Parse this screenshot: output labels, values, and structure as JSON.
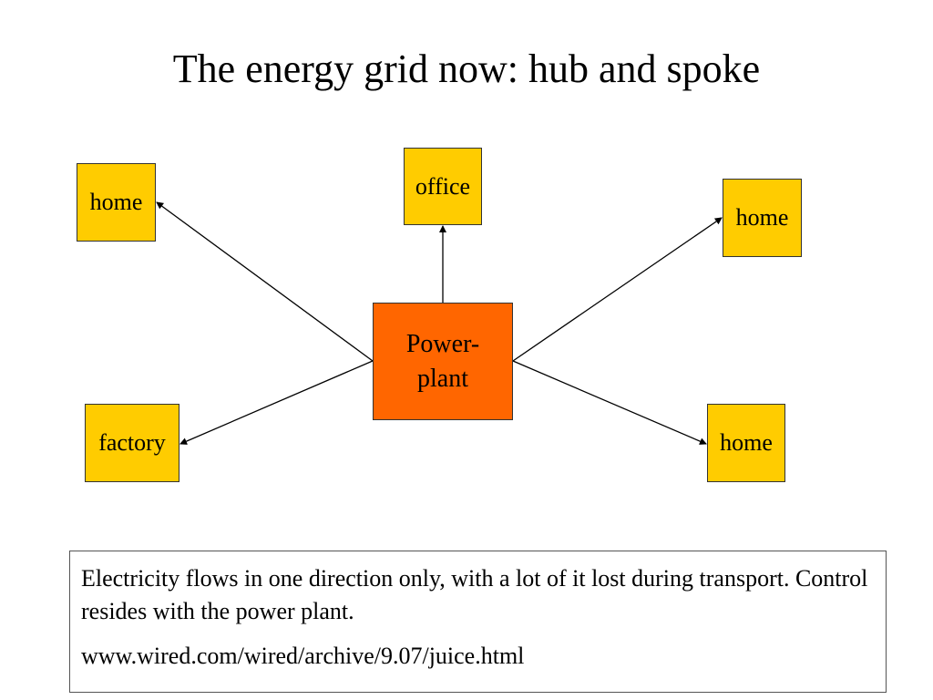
{
  "slide": {
    "title": "The energy grid now: hub and spoke"
  },
  "colors": {
    "consumer_fill": "#ffcc00",
    "plant_fill": "#ff6600",
    "edge": "#000000"
  },
  "diagram": {
    "hub": {
      "id": "plant",
      "label_line1": "Power-",
      "label_line2": "plant"
    },
    "nodes": [
      {
        "id": "home1",
        "label": "home"
      },
      {
        "id": "office",
        "label": "office"
      },
      {
        "id": "home2",
        "label": "home"
      },
      {
        "id": "factory",
        "label": "factory"
      },
      {
        "id": "home3",
        "label": "home"
      }
    ],
    "edges": [
      {
        "from": "plant",
        "to": "home1"
      },
      {
        "from": "plant",
        "to": "office"
      },
      {
        "from": "plant",
        "to": "home2"
      },
      {
        "from": "plant",
        "to": "factory"
      },
      {
        "from": "plant",
        "to": "home3"
      }
    ]
  },
  "note": {
    "text": "Electricity flows in one direction only, with a lot of it lost during transport. Control resides with the power plant.",
    "source": "www.wired.com/wired/archive/9.07/juice.html"
  }
}
